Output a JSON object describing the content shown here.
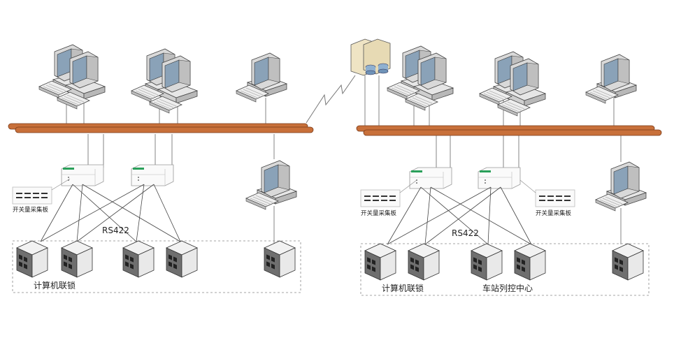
{
  "networks": [
    {
      "id": "left",
      "switch_board_label": "开关量采集板",
      "bus_label": "RS422",
      "group_label_1": "计算机联锁",
      "group_label_2": ""
    },
    {
      "id": "right",
      "switch_board_label": "开关量采集板",
      "switch_board_label_2": "开关量采集板",
      "bus_label": "RS422",
      "group_label_1": "计算机联锁",
      "group_label_2": "车站列控中心"
    }
  ],
  "colors": {
    "backbone": "#c8703a",
    "backbone_dark": "#7a3a18",
    "line": "#555555",
    "dashed_box": "#888888",
    "led_green": "#2aa05a"
  },
  "icons": [
    "workstation-icon",
    "dual-workstation-icon",
    "switch-icon",
    "server-cabinet-icon",
    "io-board-icon",
    "lightning-link-icon",
    "database-server-icon"
  ]
}
